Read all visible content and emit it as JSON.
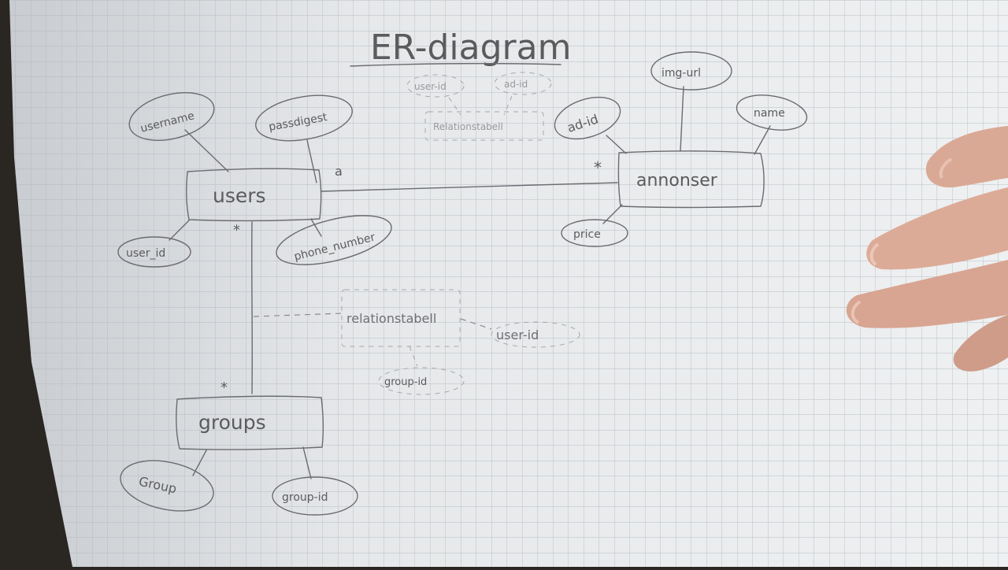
{
  "diagram": {
    "title": "ER-diagram",
    "entities": {
      "users": "users",
      "annonser": "annonser",
      "groups": "groups"
    },
    "attributes": {
      "username": "username",
      "passdigest": "passdigest",
      "user_id": "user_id",
      "phone_number": "phone_number",
      "img_url": "img-url",
      "ad_id": "ad-id",
      "name": "name",
      "price": "price",
      "group": "Group",
      "group_id": "group-id"
    },
    "relation_table_top": {
      "name": "Relationstabell",
      "fields": [
        "user-id",
        "ad-id"
      ]
    },
    "relation_table_mid": {
      "name": "relationstabell",
      "fields": [
        "user-id",
        "group-id"
      ]
    },
    "cardinality": {
      "users_to_annonser_near_users": "a",
      "users_to_annonser_near_annonser": "*",
      "users_to_groups_near_users": "*",
      "users_to_groups_near_groups": "*"
    }
  }
}
